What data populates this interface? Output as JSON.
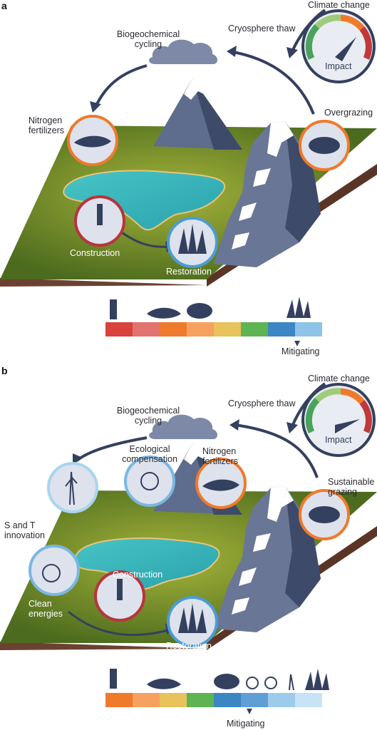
{
  "panel_a": {
    "letter": "a",
    "labels": {
      "climate_change": "Climate change",
      "cryosphere_thaw": "Cryosphere thaw",
      "biogeochemical": "Biogeochemical\ncycling",
      "nitrogen": "Nitrogen\nfertilizers",
      "overgrazing": "Overgrazing",
      "construction": "Construction",
      "restoration": "Restoration",
      "impact": "Impact",
      "mitigating": "Mitigating"
    },
    "scale_colors": [
      "#d9423d",
      "#e2726d",
      "#ef7a2c",
      "#f6a15f",
      "#e8c25a",
      "#5eb353",
      "#3c86c3",
      "#8fc3e8"
    ]
  },
  "panel_b": {
    "letter": "b",
    "labels": {
      "climate_change": "Climate change",
      "cryosphere_thaw": "Cryosphere thaw",
      "biogeochemical": "Biogeochemical\ncycling",
      "ecological": "Ecological\ncompensation",
      "nitrogen": "Nitrogen\nfertilizers",
      "sustainable": "Sustainable\ngrazing",
      "s_and_t": "S and T\ninnovation",
      "clean": "Clean\nenergies",
      "construction": "Construction",
      "restoration": "Restoration",
      "impact": "Impact",
      "mitigating": "Mitigating"
    },
    "scale_colors": [
      "#ef7a2c",
      "#f6a15f",
      "#e8c25a",
      "#5eb353",
      "#3c86c3",
      "#5f9fd6",
      "#9ccbec",
      "#c8e3f5"
    ]
  }
}
